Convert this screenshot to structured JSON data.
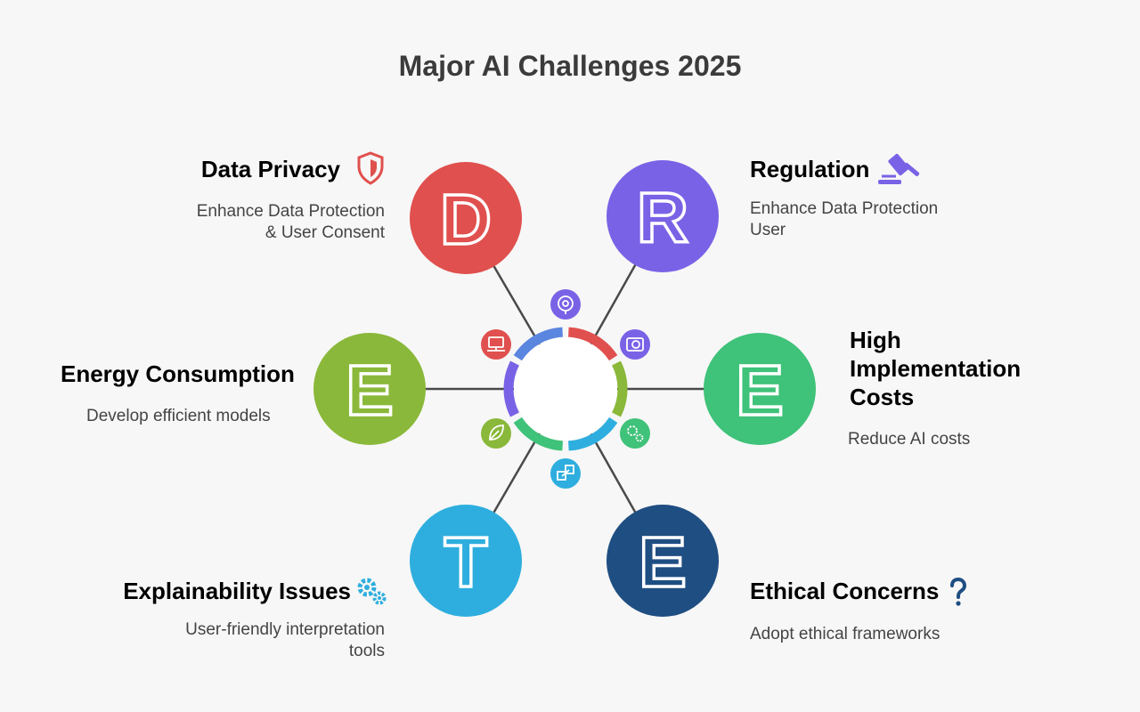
{
  "title": "Major AI Challenges 2025",
  "challenges": [
    {
      "key": "data-privacy",
      "letter": "D",
      "title": "Data Privacy",
      "desc": [
        "Enhance Data Protection",
        "& User Consent"
      ],
      "color": "#e0504e",
      "icon": "shield-icon"
    },
    {
      "key": "regulation",
      "letter": "R",
      "title": "Regulation",
      "desc": [
        "Enhance Data Protection",
        "User"
      ],
      "color": "#7a62e6",
      "icon": "gavel-icon"
    },
    {
      "key": "high-implementation-costs",
      "letter": "E",
      "title": "High Implementation Costs",
      "title_lines": [
        "High",
        "Implementation",
        "Costs"
      ],
      "desc": [
        "Reduce AI costs"
      ],
      "color": "#3fc279",
      "icon": ""
    },
    {
      "key": "ethical-concerns",
      "letter": "E",
      "title": "Ethical Concerns",
      "desc": [
        "Adopt ethical frameworks"
      ],
      "color": "#1f4e82",
      "icon": "question-icon"
    },
    {
      "key": "explainability-issues",
      "letter": "T",
      "title": "Explainability Issues",
      "desc": [
        "User-friendly interpretation",
        "tools"
      ],
      "color": "#2eaede",
      "icon": "gears-icon"
    },
    {
      "key": "energy-consumption",
      "letter": "E",
      "title": "Energy Consumption",
      "desc": [
        "Develop efficient models"
      ],
      "color": "#8ab83a",
      "icon": ""
    }
  ],
  "hub": {
    "colors": [
      "#e0504e",
      "#8ab83a",
      "#2eaede",
      "#3fc279",
      "#7a62e6",
      "#5b86e0"
    ],
    "icons": [
      "brain-icon",
      "photo-icon",
      "gears-icon",
      "puzzle-icon",
      "leaf-icon",
      "computer-icon"
    ]
  }
}
